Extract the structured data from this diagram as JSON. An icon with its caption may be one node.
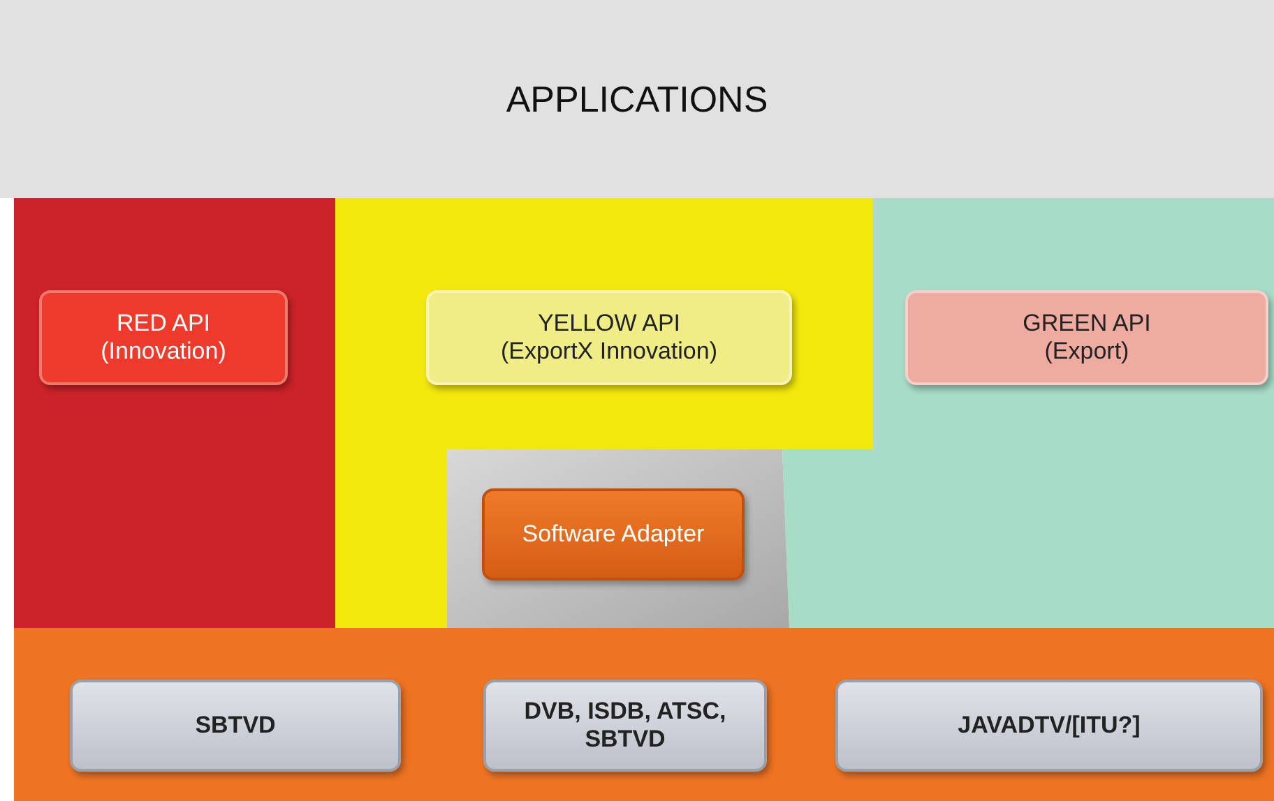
{
  "diagram": {
    "nodes": [
      {
        "text": [
          "APPLICATIONS"
        ]
      },
      {
        "text": [
          "RED API (Innovation)"
        ]
      },
      {
        "text": [
          "YELLOW API (ExportX Innovation)"
        ]
      },
      {
        "text": [
          "GREEN API (Export)"
        ]
      },
      {
        "text": [
          "Software Adapter"
        ]
      },
      {
        "text": [
          "SBTVD"
        ]
      },
      {
        "text": [
          "DVB, ISDB, ATSC, SBTVD"
        ]
      },
      {
        "text": [
          "JAVADTV/[ITU?]"
        ]
      }
    ]
  }
}
